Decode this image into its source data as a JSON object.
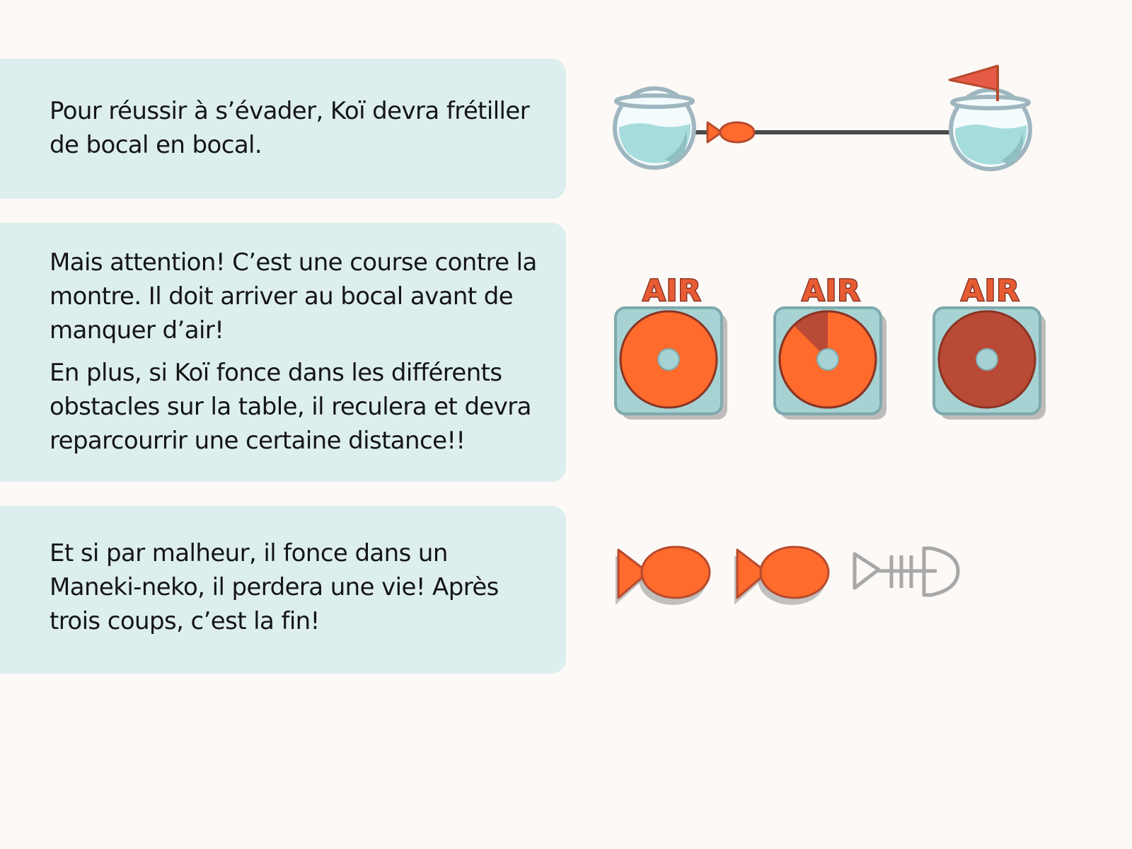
{
  "cards": [
    {
      "paragraphs": [
        "Pour réussir à s’évader, Koï devra frétiller de bocal en bocal."
      ],
      "illustration": "bowl-to-bowl-track"
    },
    {
      "paragraphs": [
        "Mais attention! C’est une course contre la montre. Il doit arriver au bocal avant de manquer d’air!",
        "En plus, si Koï fonce dans les différents obstacles sur la table, il reculera et devra reparcourrir une certaine distance!!"
      ],
      "illustration": "air-gauges"
    },
    {
      "paragraphs": [
        "Et si par malheur, il fonce dans un Maneki-neko, il perdera une vie! Après trois coups, c’est la fin!"
      ],
      "illustration": "lives-fish"
    }
  ],
  "air_gauges": {
    "label": "AIR",
    "levels_used": [
      0,
      0.125,
      1
    ]
  },
  "lives": {
    "total": 3,
    "remaining": 2
  },
  "colors": {
    "background": "#fcf9f6",
    "card": "#ddeeee",
    "fish_orange": "#fe6b2c",
    "fish_outline": "#b84a2e",
    "air_depleted": "#b94a36",
    "bowl_water": "#a6dcde",
    "bowl_rim": "#9fb6c0",
    "flag": "#e65a48",
    "track": "#4a4a4a",
    "skeleton": "#a8a8a8"
  },
  "icons": [
    "fishbowl-icon",
    "goal-flag-icon",
    "fish-icon",
    "air-gauge-icon",
    "fish-life-icon",
    "fish-skeleton-icon"
  ]
}
